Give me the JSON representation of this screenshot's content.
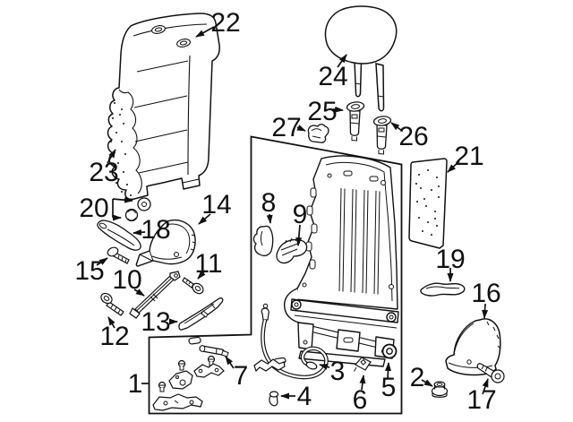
{
  "diagram": {
    "background": "#ffffff",
    "line_color": "#1a1a1a",
    "callouts": {
      "c1": "1",
      "c2": "2",
      "c3": "3",
      "c4": "4",
      "c5": "5",
      "c6": "6",
      "c7": "7",
      "c8": "8",
      "c9": "9",
      "c10": "10",
      "c11": "11",
      "c12": "12",
      "c13": "13",
      "c14": "14",
      "c15": "15",
      "c16": "16",
      "c17": "17",
      "c18": "18",
      "c19": "19",
      "c20": "20",
      "c21": "21",
      "c22": "22",
      "c23": "23",
      "c24": "24",
      "c25": "25",
      "c26": "26",
      "c27": "27"
    }
  }
}
